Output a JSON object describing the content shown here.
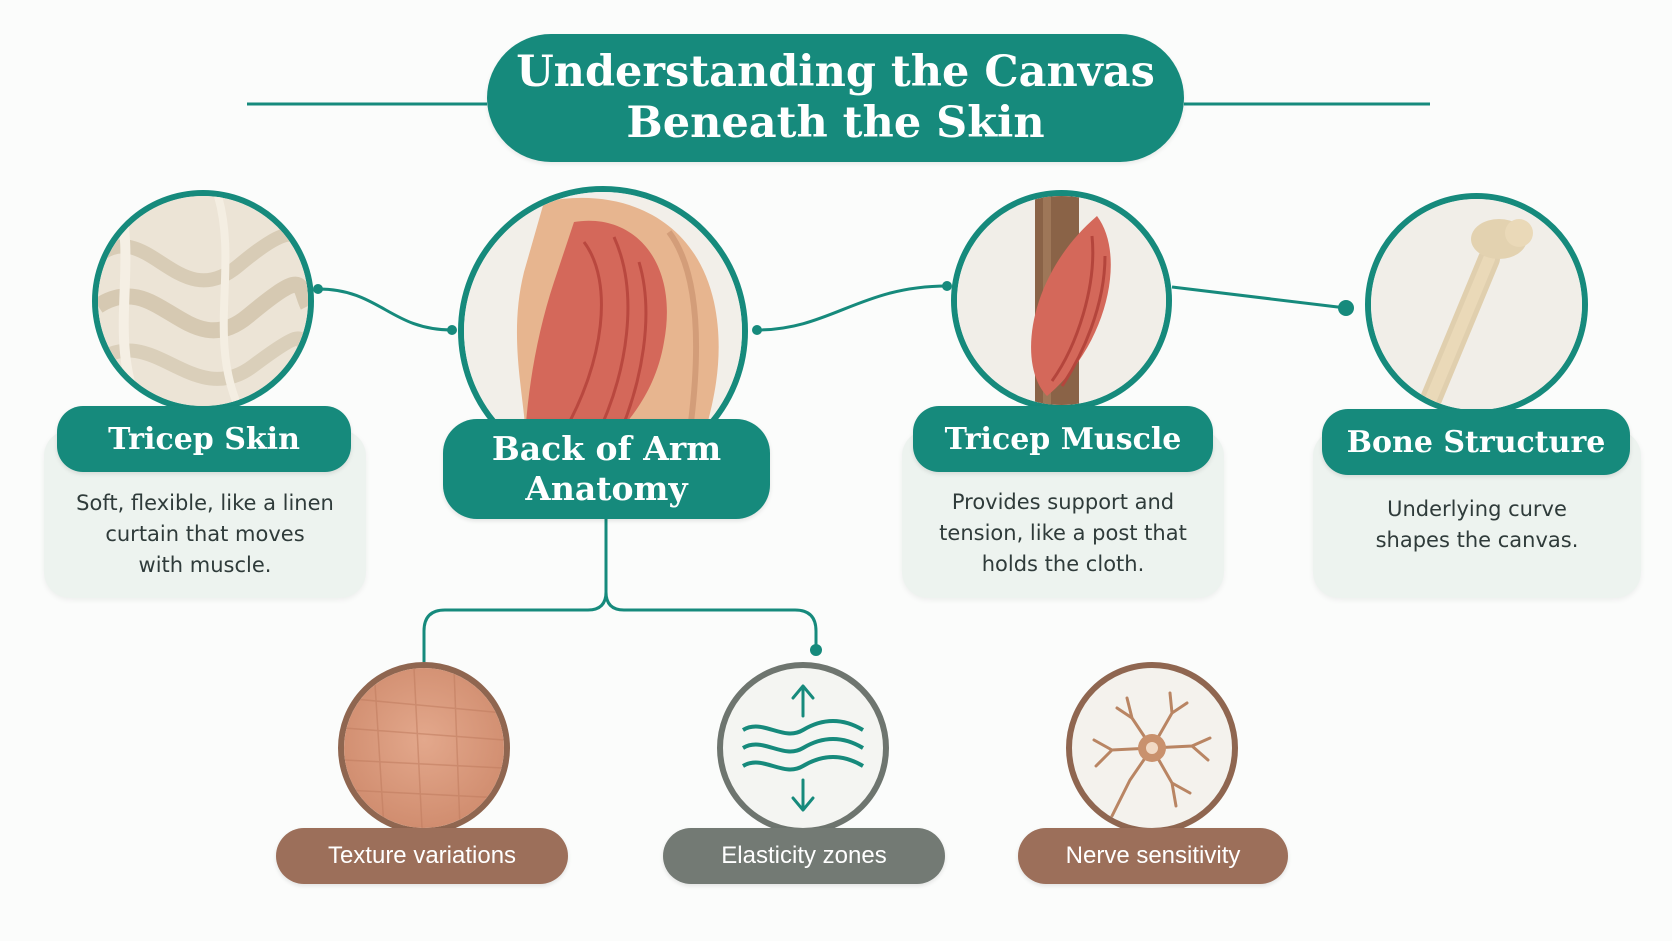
{
  "title": {
    "line1": "Understanding the Canvas",
    "line2": "Beneath the Skin"
  },
  "center": {
    "line1": "Back of Arm",
    "line2": "Anatomy",
    "image_icon": "upper-arm-tricep-illustration"
  },
  "nodes": [
    {
      "label": "Tricep Skin",
      "description": [
        "Soft, flexible, like a linen",
        "curtain that moves",
        "with muscle."
      ],
      "icon": "linen-fabric-illustration"
    },
    {
      "label": "Tricep Muscle",
      "description": [
        "Provides support and",
        "tension, like a post that",
        "holds the cloth."
      ],
      "icon": "muscle-on-post-illustration"
    },
    {
      "label": "Bone Structure",
      "description": [
        "Underlying curve",
        "shapes the canvas."
      ],
      "icon": "bone-illustration"
    }
  ],
  "sub_nodes": [
    {
      "label": "Texture variations",
      "icon": "skin-texture-icon",
      "color": "#9c6f5a"
    },
    {
      "label": "Elasticity zones",
      "icon": "wave-arrows-icon",
      "color": "#737a74"
    },
    {
      "label": "Nerve sensitivity",
      "icon": "neuron-icon",
      "color": "#9c6f5a"
    }
  ],
  "colors": {
    "teal": "#168a7c",
    "card_bg": "#edf3ef",
    "brown": "#9c6f5a",
    "gray": "#737a74"
  }
}
